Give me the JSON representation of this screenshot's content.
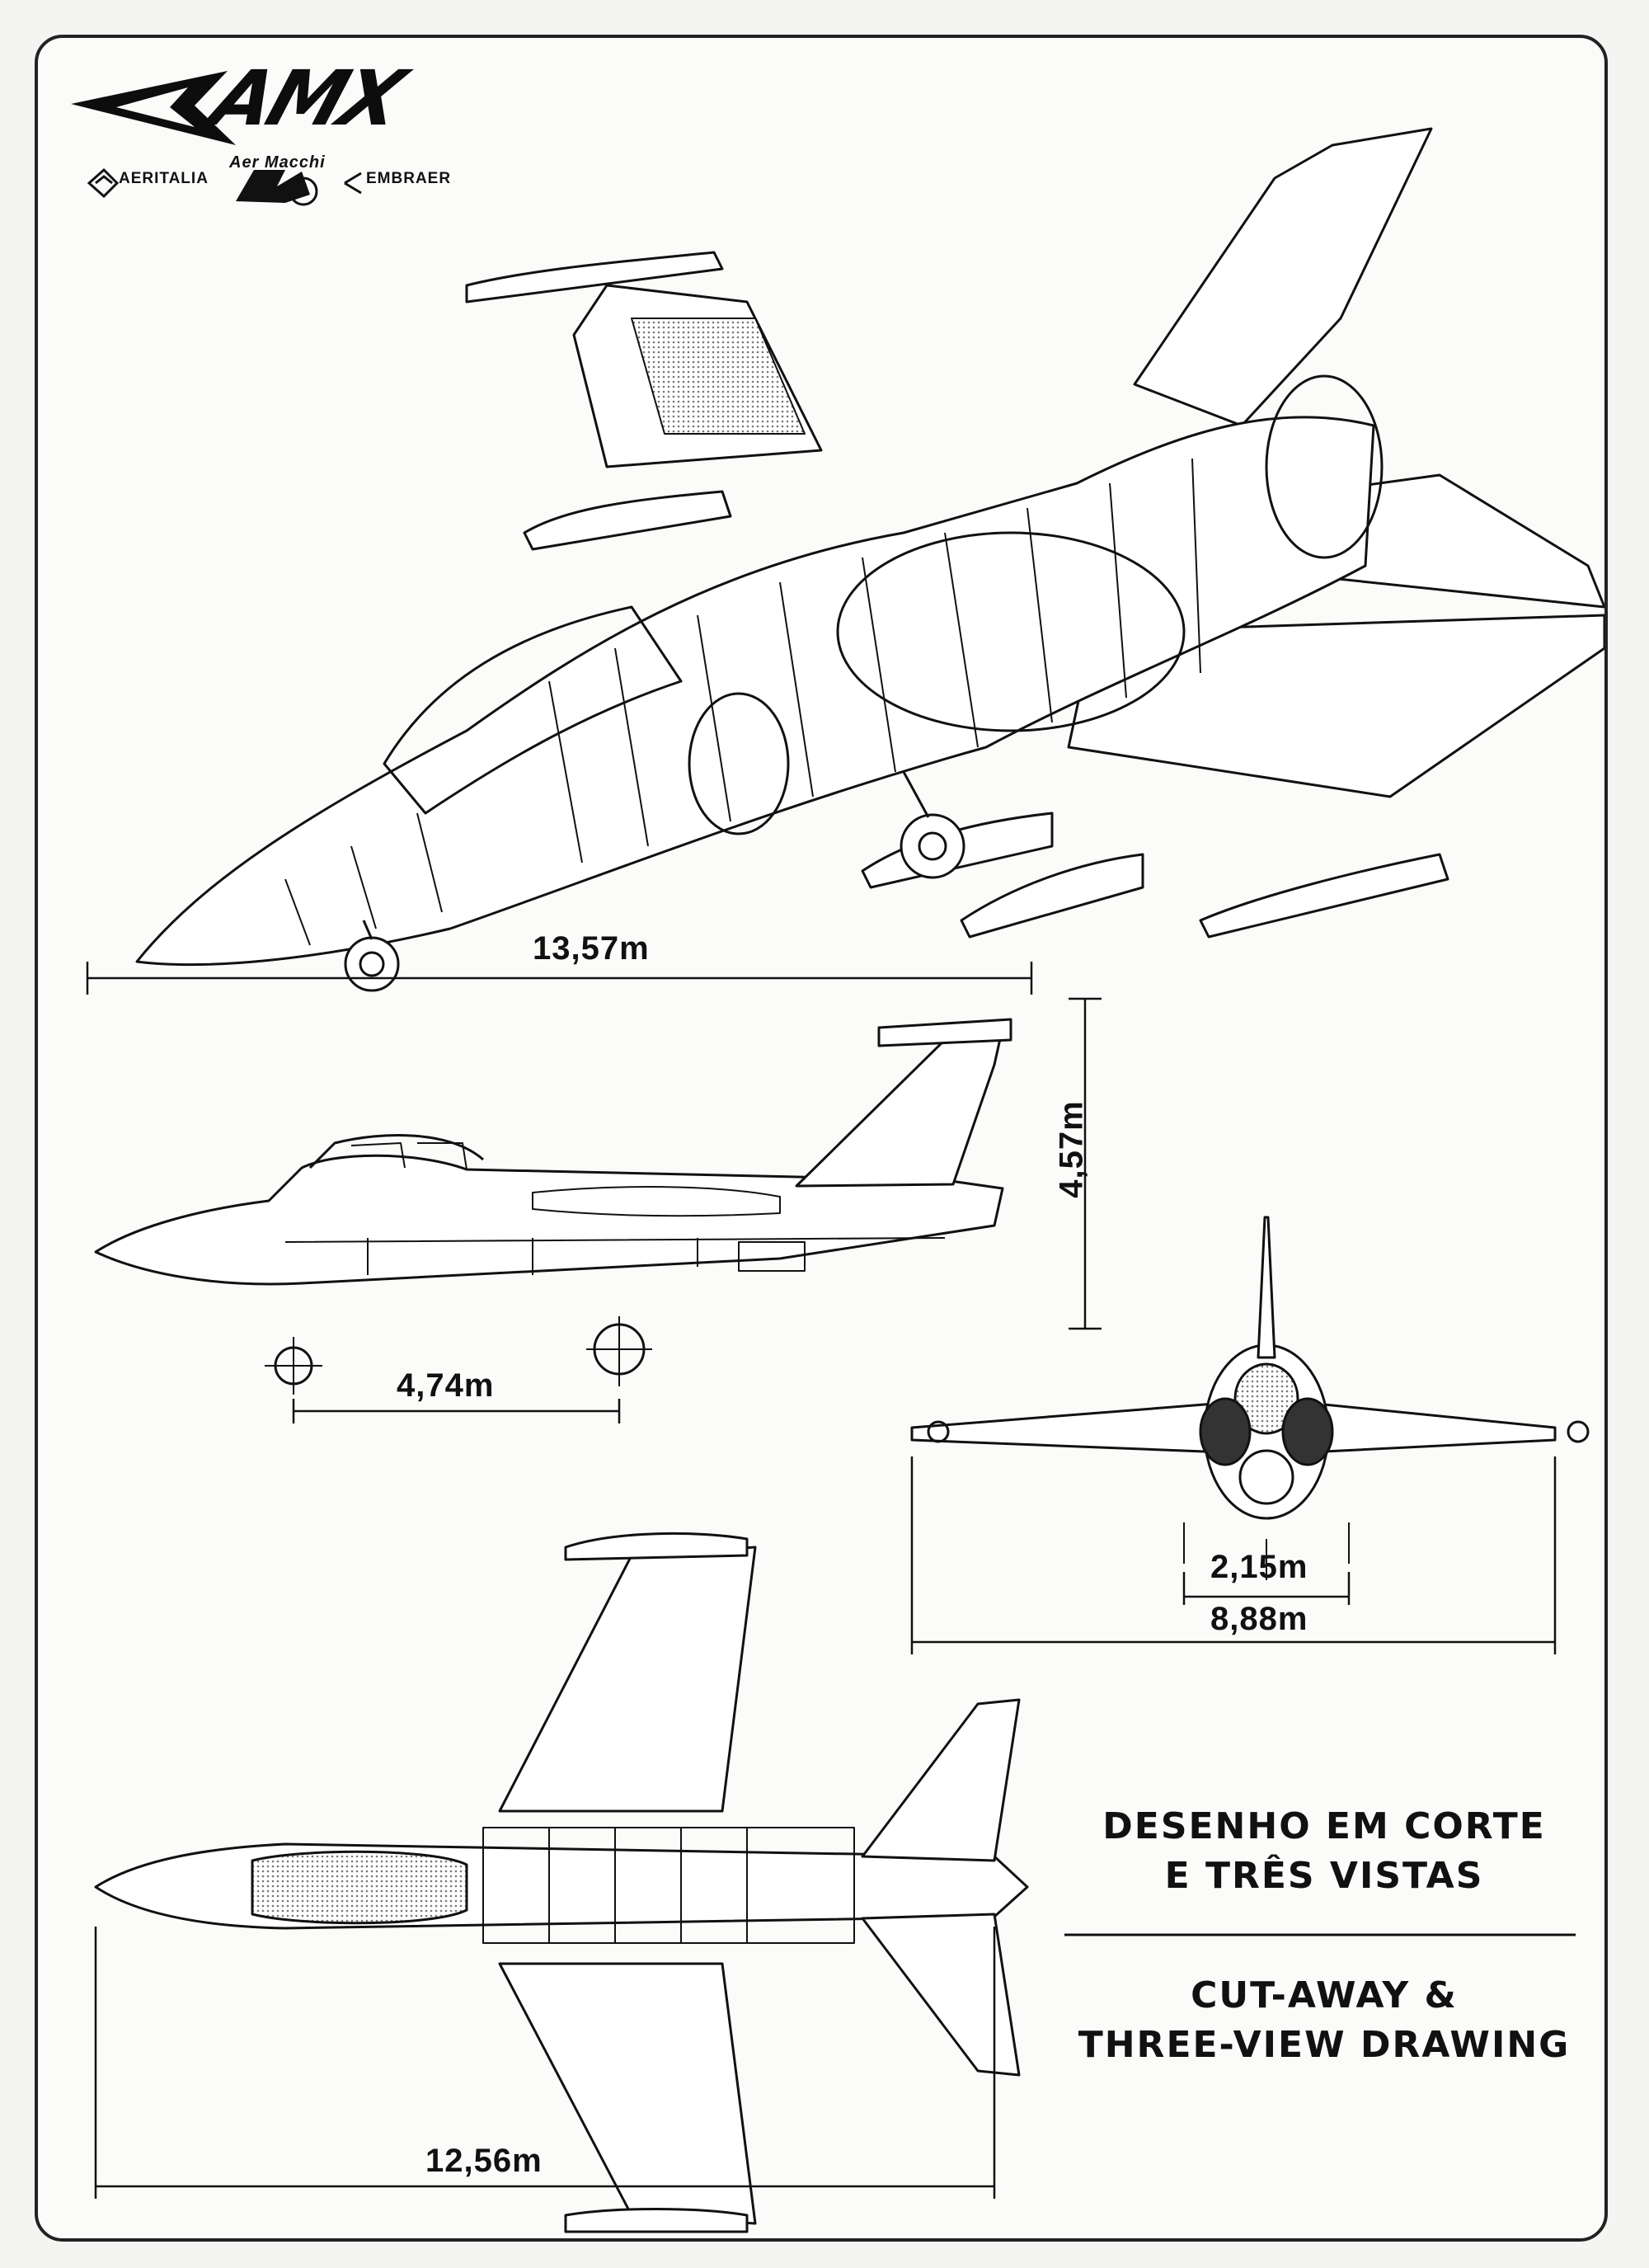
{
  "brand": {
    "name": "AMX"
  },
  "manufacturers": [
    "AERITALIA",
    "Aer Macchi",
    "EMBRAER"
  ],
  "dimensions": {
    "length": "13,57m",
    "height": "4,57m",
    "wheelbase": "4,74m",
    "track": "2,15m",
    "wingspan": "8,88m",
    "span_top_view": "12,56m"
  },
  "title_pt": [
    "DESENHO EM CORTE",
    "E TRÊS VISTAS"
  ],
  "title_en": [
    "CUT-AWAY &",
    "THREE-VIEW DRAWING"
  ],
  "colors": {
    "ink": "#111111",
    "paper": "#fbfbf9",
    "screen": "#8a8a8a"
  }
}
